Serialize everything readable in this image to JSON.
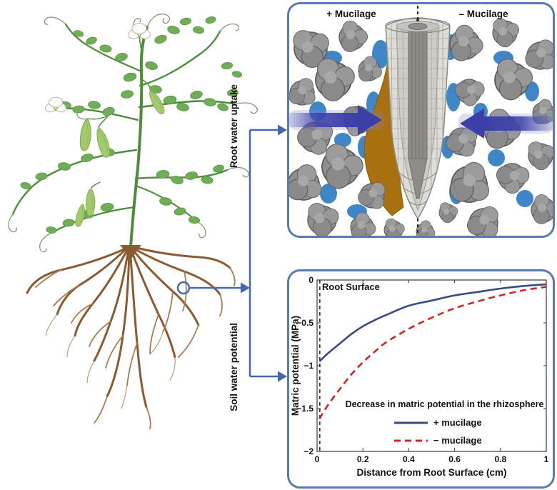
{
  "side_labels": {
    "root_water_uptake": "Root water uptake",
    "soil_water_potential": "Soil water potential"
  },
  "top_panel": {
    "left_label": "+ Mucilage",
    "right_label": "– Mucilage"
  },
  "illustrations": {
    "plant": "pea-plant-with-root-system",
    "top_panel_scene": "root-tip-in-soil-with-and-without-mucilage"
  },
  "colors": {
    "panel_border": "#5b7ab2",
    "connector_blue": "#4468b0",
    "uptake_arrow": "#3c3fa8",
    "soil_particle_gray": "#8f8f8f",
    "soil_water_blue": "#3f86c8",
    "mucilage_brown": "#a8700f",
    "plus_mucilage_curve": "#3a4a85",
    "minus_mucilage_curve": "#cc2626"
  },
  "chart_data": {
    "type": "line",
    "xlabel": "Distance from Root Surface (cm)",
    "ylabel": "Matric potential (MPa)",
    "xlim": [
      0,
      1
    ],
    "ylim": [
      -2,
      0
    ],
    "xticks": [
      0,
      0.2,
      0.4,
      0.6,
      0.8,
      1
    ],
    "xtick_labels": [
      "0",
      "0.2",
      "0.4",
      "0.6",
      "0.8",
      "1"
    ],
    "yticks": [
      0,
      -0.5,
      -1,
      -1.5,
      -2
    ],
    "ytick_labels": [
      "0",
      "−0.5",
      "−1",
      "−1.5",
      "−2"
    ],
    "grid": false,
    "root_surface_line_x": 0.012,
    "root_surface_label": "Root Surface",
    "annotation": "Decrease in matric potential in the rhizosphere",
    "legend_position": "lower center",
    "series": [
      {
        "name": "+ mucilage",
        "line_style": "solid",
        "color": "#3a4a85",
        "x": [
          0.01,
          0.05,
          0.1,
          0.15,
          0.2,
          0.25,
          0.3,
          0.4,
          0.5,
          0.6,
          0.7,
          0.8,
          0.9,
          1.0
        ],
        "y": [
          -0.95,
          -0.85,
          -0.74,
          -0.63,
          -0.54,
          -0.47,
          -0.41,
          -0.3,
          -0.24,
          -0.18,
          -0.14,
          -0.1,
          -0.07,
          -0.05
        ]
      },
      {
        "name": "− mucilage",
        "line_style": "dashed",
        "color": "#cc2626",
        "x": [
          0.01,
          0.05,
          0.1,
          0.15,
          0.2,
          0.25,
          0.3,
          0.4,
          0.5,
          0.6,
          0.7,
          0.8,
          0.9,
          1.0
        ],
        "y": [
          -1.62,
          -1.45,
          -1.27,
          -1.1,
          -0.96,
          -0.84,
          -0.73,
          -0.57,
          -0.44,
          -0.33,
          -0.25,
          -0.18,
          -0.12,
          -0.08
        ]
      }
    ]
  }
}
